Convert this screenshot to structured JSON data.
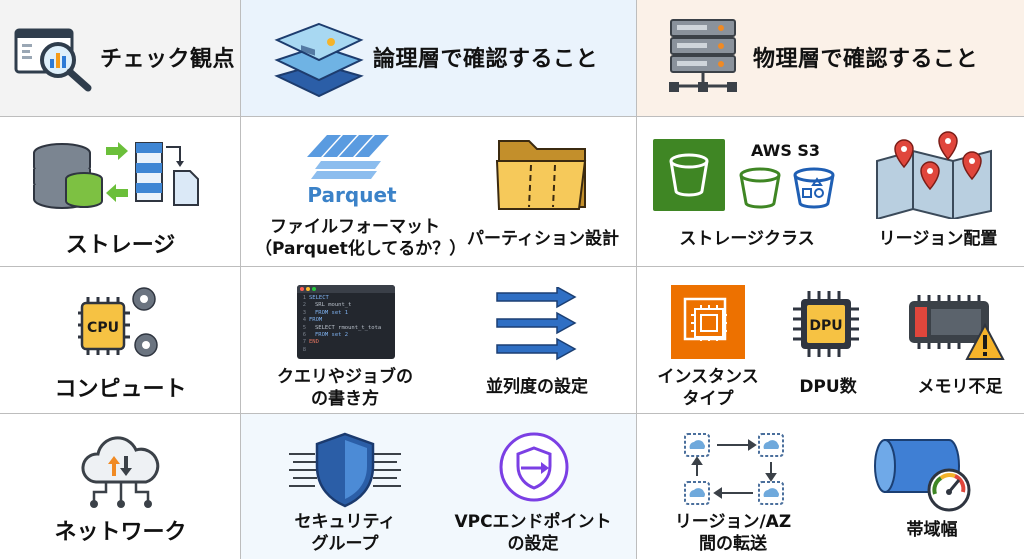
{
  "header": {
    "col1": "チェック観点",
    "col2": "論理層で確認すること",
    "col3": "物理層で確認すること"
  },
  "rows": {
    "storage": {
      "label": "ストレージ",
      "parquet_logo": "Parquet",
      "file_format": [
        "ファイルフォーマット",
        "（Parquet化してるか？）"
      ],
      "partition": "パーティション設計",
      "aws_s3": "AWS S3",
      "storage_class": "ストレージクラス",
      "region_placement": "リージョン配置"
    },
    "compute": {
      "label": "コンピュート",
      "cpu_chip": "CPU",
      "query_job": [
        "クエリやジョブの",
        "の書き方"
      ],
      "parallelism": "並列度の設定",
      "instance_type": [
        "インスタンス",
        "タイプ"
      ],
      "dpu_chip": "DPU",
      "dpu_count": "DPU数",
      "memory_shortage": "メモリ不足",
      "code_lines": [
        "SELECT",
        "SRL   mount_t",
        "FROM set 1",
        "FROM",
        "SELECT rmount_t_tota",
        "FROM set 2",
        "END"
      ],
      "code_nums": [
        "1",
        "2",
        "3",
        "4",
        "5",
        "6",
        "7",
        "8"
      ]
    },
    "network": {
      "label": "ネットワーク",
      "security_group": [
        "セキュリティ",
        "グループ"
      ],
      "vpc_endpoint": [
        "VPCエンドポイント",
        "の設定"
      ],
      "region_az": [
        "リージョン/AZ",
        "間の転送"
      ],
      "bandwidth": "帯域幅"
    }
  },
  "colors": {
    "header_logical_bg": "#eaf3fc",
    "header_physical_bg": "#fbf1e8",
    "aws_green": "#3f8624",
    "aws_orange": "#ed7100",
    "aws_purple": "#7b3fe4",
    "chip_yellow": "#f6c243"
  }
}
